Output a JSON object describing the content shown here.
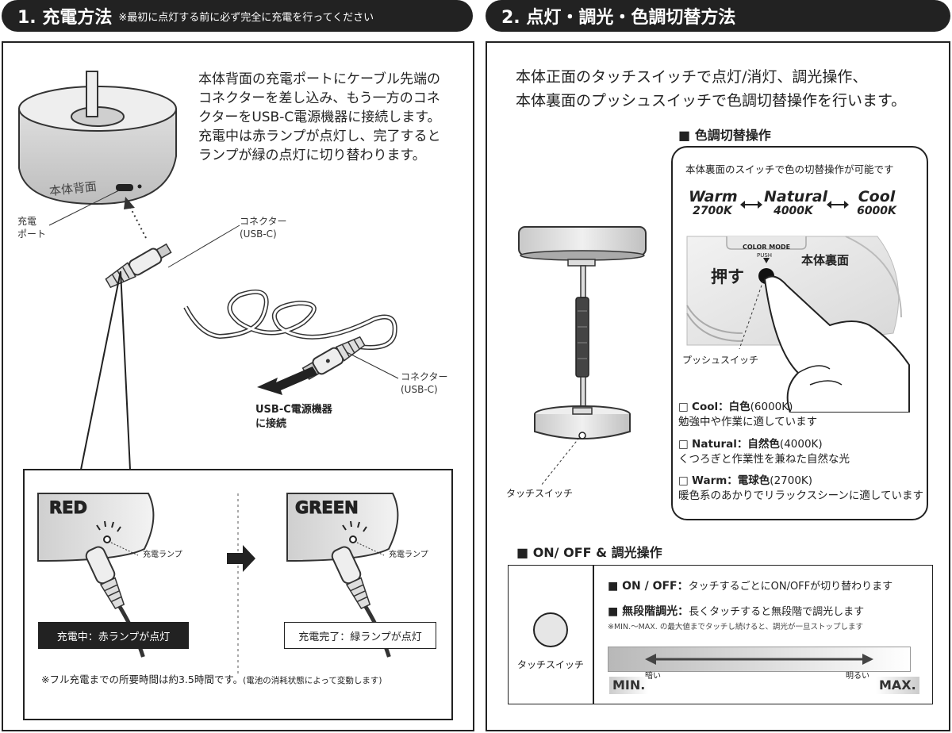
{
  "section1": {
    "title": "1. 充電方法",
    "note": "※最初に点灯する前に必ず完全に充電を行ってください",
    "base_label": "本体背面",
    "description": [
      "本体背面の充電ポートにケーブル先端の",
      "コネクターを差し込み、もう一方のコネ",
      "クターをUSB-C電源機器に接続します。",
      "充電中は赤ランプが点灯し、完了すると",
      "ランプが緑の点灯に切り替わります。"
    ],
    "port_label": [
      "充電",
      "ポート"
    ],
    "connector_label_1": [
      "コネクター",
      "(USB-C)"
    ],
    "connector_label_2": [
      "コネクター",
      "(USB-C)"
    ],
    "usb_label": [
      "USB-C電源機器",
      "に接続"
    ],
    "red_tag": "RED",
    "green_tag": "GREEN",
    "lamp_label": "充電ランプ",
    "charging_box": "充電中：赤ランプが点灯",
    "done_box": "充電完了：緑ランプが点灯",
    "footnote_main": "※フル充電までの所要時間は約3.5時間です。",
    "footnote_sub": "(電池の消耗状態によって変動します)"
  },
  "section2": {
    "title": "2. 点灯・調光・色調切替方法",
    "intro": [
      "本体正面のタッチスイッチで点灯/消灯、調光操作、",
      "本体裏面のプッシュスイッチで色調切替操作を行います。"
    ],
    "touch_label": "タッチスイッチ",
    "color_heading": "■ 色調切替操作",
    "color_box_title": "本体裏面のスイッチで色の切替操作が可能です",
    "modes": [
      {
        "name": "Warm",
        "kelvin": "2700K"
      },
      {
        "name": "Natural",
        "kelvin": "4000K"
      },
      {
        "name": "Cool",
        "kelvin": "6000K"
      }
    ],
    "color_mode_label": "COLOR MODE",
    "push_label": "PUSH",
    "back_label": "本体裏面",
    "press_label": "押す",
    "push_switch_label": "プッシュスイッチ",
    "options": [
      {
        "head": "Cool：白色",
        "k": "(6000K)",
        "desc": "勉強中や作業に適しています"
      },
      {
        "head": "Natural：自然色",
        "k": "(4000K)",
        "desc": "くつろぎと作業性を兼ねた自然な光"
      },
      {
        "head": "Warm：電球色",
        "k": "(2700K)",
        "desc": "暖色系のあかりでリラックスシーンに適しています"
      }
    ],
    "onoff_heading": "■ ON/ OFF & 調光操作",
    "touch_switch_label": "タッチスイッチ",
    "onoff_head": "■ ON / OFF：",
    "onoff_desc": "タッチするごとにON/OFFが切り替わります",
    "dim_head": "■ 無段階調光：",
    "dim_desc": "長くタッチすると無段階で調光します",
    "dim_note": "※MIN.〜MAX. の最大値までタッチし続けると、調光が一旦ストップします",
    "dark_label": "暗い",
    "bright_label": "明るい",
    "min_label": "MIN.",
    "max_label": "MAX."
  }
}
